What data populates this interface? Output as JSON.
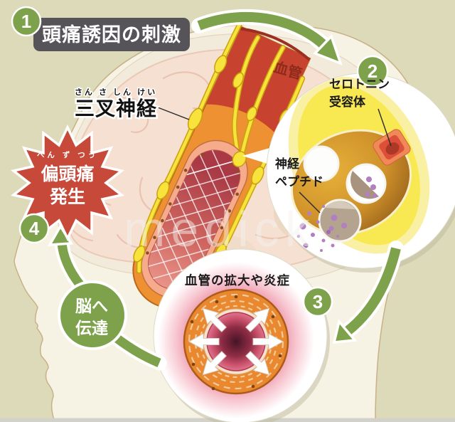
{
  "step1": {
    "number": "1",
    "title": "頭痛誘因の刺激"
  },
  "step2": {
    "number": "2",
    "receptor_label_line1": "セロトニン",
    "receptor_label_line2": "受容体",
    "peptide_label_line1": "神経",
    "peptide_label_line2": "ペプチド"
  },
  "step3": {
    "number": "3",
    "label": "血管の拡大や炎症"
  },
  "step4": {
    "number": "4",
    "starburst_ruby": "へん ず つう",
    "starburst_line1": "偏頭痛",
    "starburst_line2": "発生",
    "to_brain_line1": "脳へ",
    "to_brain_line2": "伝達"
  },
  "vessel": {
    "label": "血管",
    "nerve_ruby": "さん さ しん けい",
    "nerve_label": "三叉神経"
  },
  "watermark": "medick",
  "colors": {
    "background": "#dcdab9",
    "head": "#f7f3e4",
    "brain": "#f6e0d2",
    "accent_green": "#7da24b",
    "title_gray": "#565359",
    "starburst_red": "#c7493a",
    "vessel_orange": "#ee9132",
    "vessel_crimson": "#c8432f",
    "nerve_yellow": "#f8e23c",
    "neuropeptide_purple": "#b27fc0",
    "receptor_red": "#dd4f38"
  }
}
